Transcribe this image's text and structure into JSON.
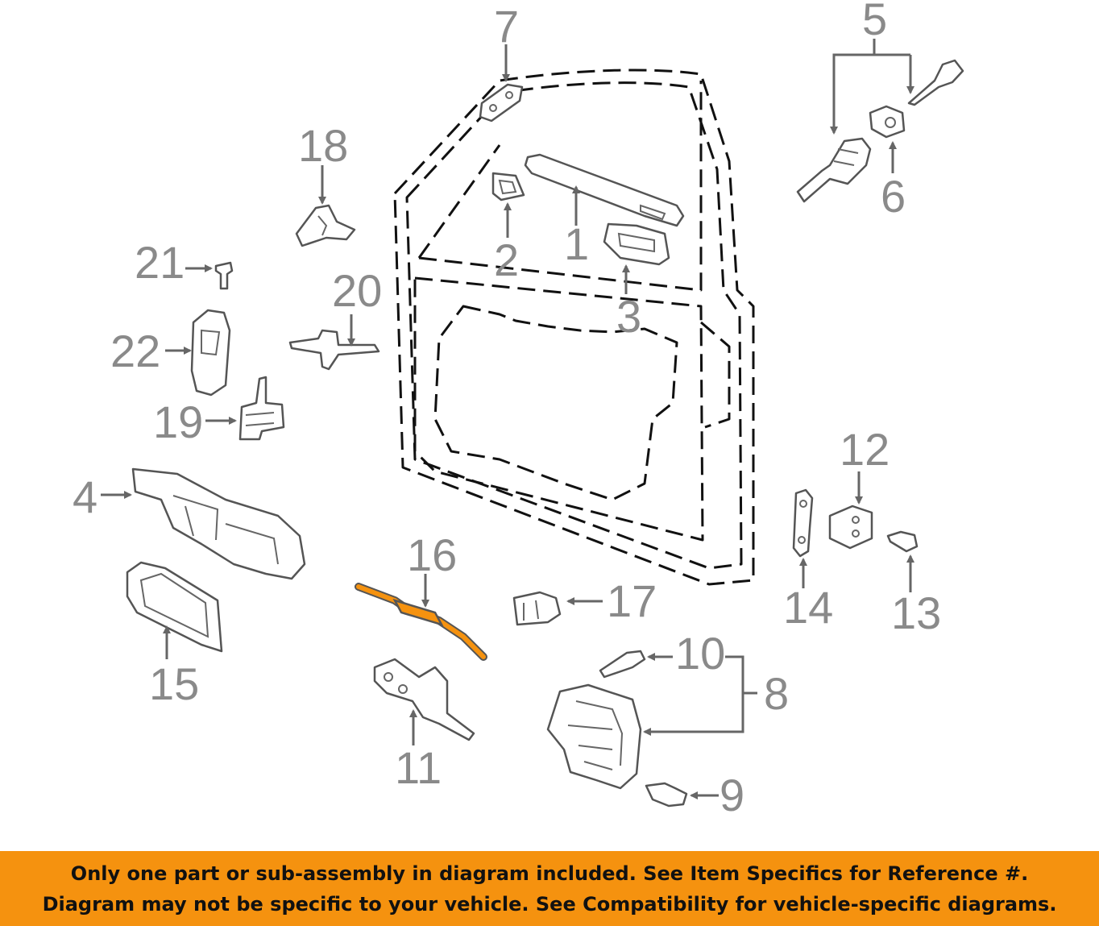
{
  "callouts": {
    "c1": "1",
    "c2": "2",
    "c3": "3",
    "c4": "4",
    "c5": "5",
    "c6": "6",
    "c7": "7",
    "c8": "8",
    "c9": "9",
    "c10": "10",
    "c11": "11",
    "c12": "12",
    "c13": "13",
    "c14": "14",
    "c15": "15",
    "c16": "16",
    "c17": "17",
    "c18": "18",
    "c19": "19",
    "c20": "20",
    "c21": "21",
    "c22": "22"
  },
  "highlight_color": "#f5920f",
  "banner": {
    "line1": "Only one part or sub-assembly in diagram included. See Item Specifics for Reference #.",
    "line2": "Diagram may not be specific to your vehicle. See Compatibility for vehicle-specific diagrams."
  }
}
